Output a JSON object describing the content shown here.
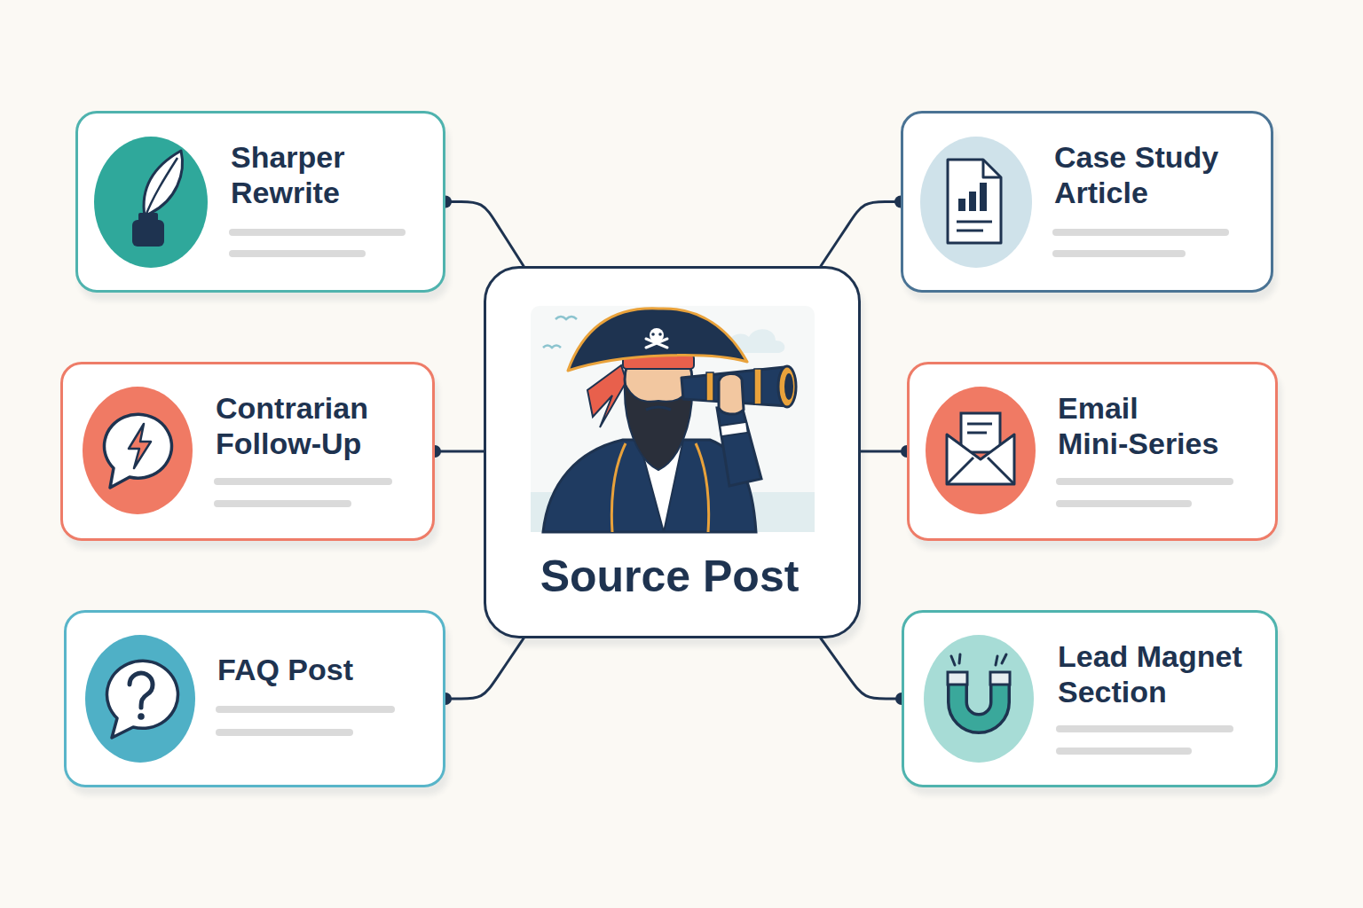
{
  "diagram": {
    "nodes": [
      {
        "text": [
          "Sharper Rewrite"
        ]
      },
      {
        "text": [
          "Case Study Article"
        ]
      },
      {
        "text": [
          "Contrarian Follow-Up"
        ]
      },
      {
        "text": [
          "Source Post"
        ]
      },
      {
        "text": [
          "Email Mini-Series"
        ]
      },
      {
        "text": [
          "FAQ Post"
        ]
      },
      {
        "text": [
          "Lead Magnet Section"
        ]
      }
    ],
    "edges": [
      {
        "from": 3,
        "to": 0,
        "arrow": "none"
      },
      {
        "from": 3,
        "to": 1,
        "arrow": "none"
      },
      {
        "from": 3,
        "to": 2,
        "arrow": "none"
      },
      {
        "from": 3,
        "to": 4,
        "arrow": "none"
      },
      {
        "from": 3,
        "to": 5,
        "arrow": "none"
      },
      {
        "from": 3,
        "to": 6,
        "arrow": "none"
      }
    ]
  }
}
